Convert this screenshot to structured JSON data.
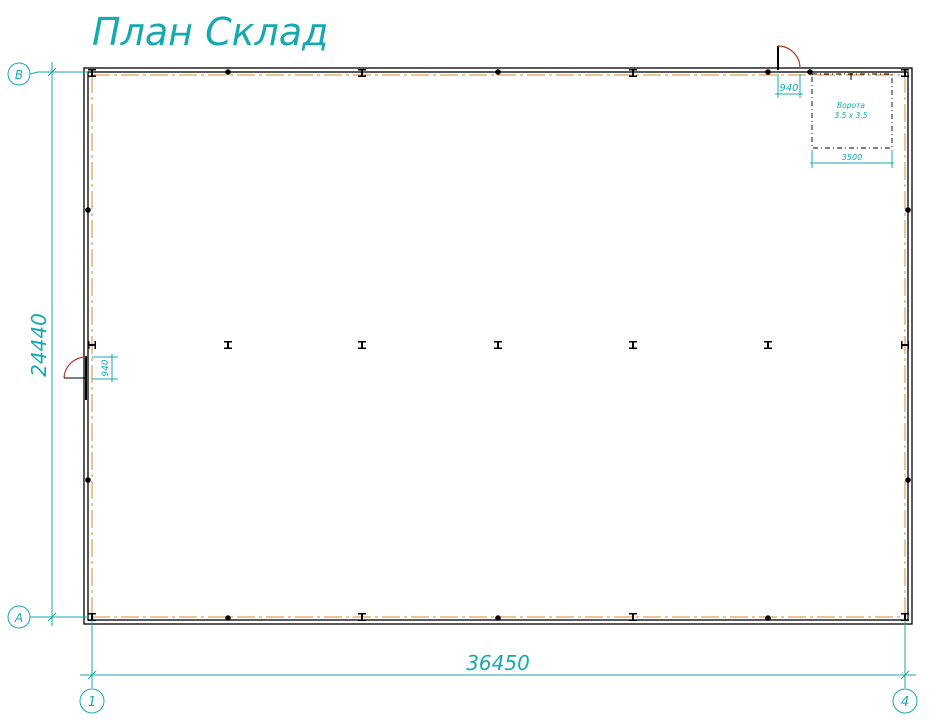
{
  "title": "План Склад",
  "axes": {
    "horizontal": [
      "В",
      "А"
    ],
    "vertical": [
      "1",
      "4"
    ]
  },
  "dimensions": {
    "length": "36450",
    "width": "24440",
    "door_top": "940",
    "door_left": "940",
    "gate_width": "3500"
  },
  "gate": {
    "label_line1": "Ворота",
    "label_line2": "3.5 х 3.5"
  },
  "colors": {
    "dimension": "#17a9b0",
    "axis_line": "#d98a2e",
    "door_swing": "#c0392b",
    "wall": "#000000"
  }
}
